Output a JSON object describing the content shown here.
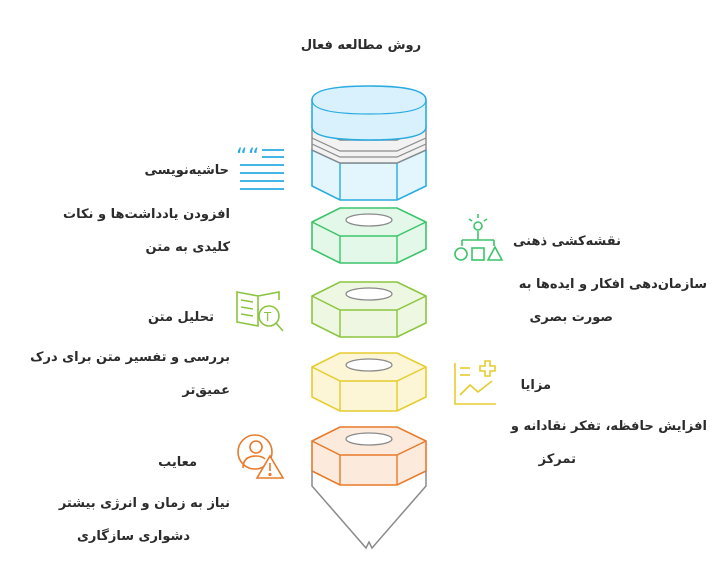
{
  "title": "روش مطالعه فعال",
  "items": [
    {
      "title": "حاشیه‌نویسی",
      "desc1": "افزودن یادداشت‌ها و نکات",
      "desc2": "کلیدی به متن",
      "icon": "quote-lines-icon"
    },
    {
      "title": "نقشه‌کشی ذهنی",
      "desc1": "سازمان‌دهی افکار و ایده‌ها به",
      "desc2": "صورت بصری",
      "icon": "mind-map-icon"
    },
    {
      "title": "تحلیل متن",
      "desc1": "بررسی و تفسیر متن برای درک",
      "desc2": "عمیق‌تر",
      "icon": "text-analysis-icon"
    },
    {
      "title": "مزایا",
      "desc1": "افزایش حافظه، تفکر نقادانه و",
      "desc2": "تمرکز",
      "icon": "growth-chart-icon"
    },
    {
      "title": "معایب",
      "desc1": "نیاز به زمان و انرژی بیشتر",
      "desc2": "دشواری سازگاری",
      "icon": "user-warning-icon"
    }
  ],
  "colors": {
    "blue": "#29abe2",
    "green": "#3cc46a",
    "lime": "#8bc53f",
    "yellow": "#e6cc2e",
    "orange": "#e87a2c",
    "gray": "#8a8a8a"
  }
}
